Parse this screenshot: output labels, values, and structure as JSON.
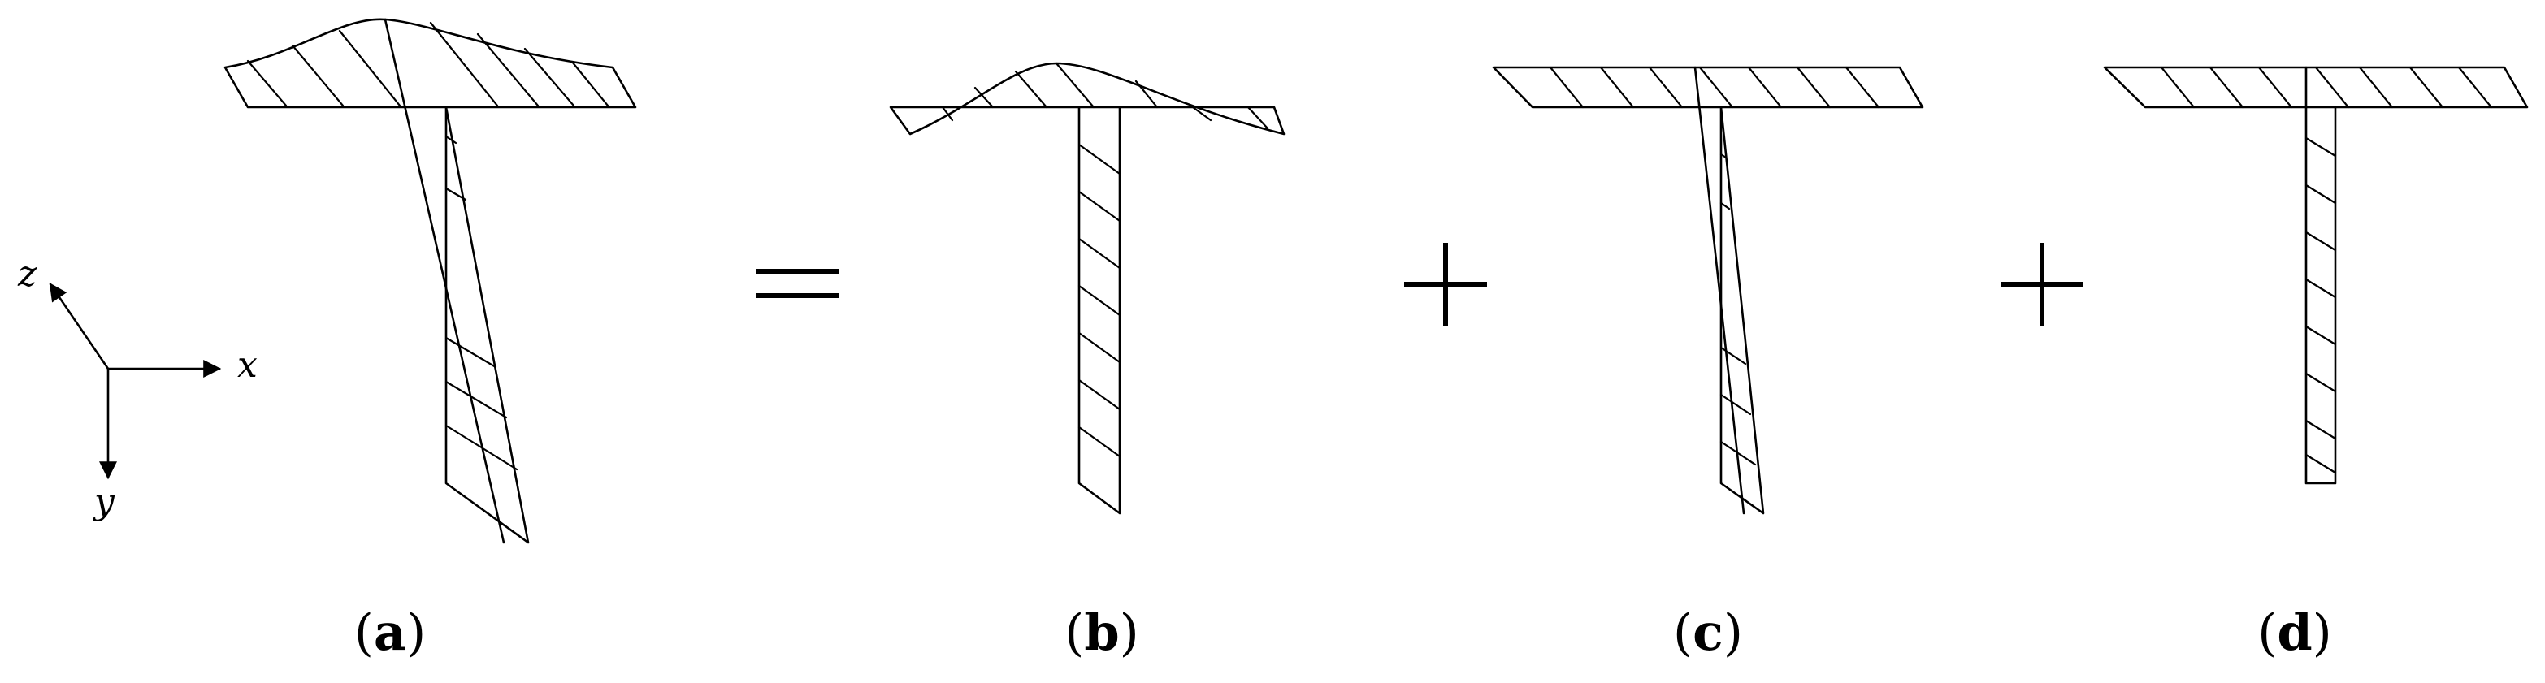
{
  "axes": {
    "x_label": "x",
    "y_label": "y",
    "z_label": "z"
  },
  "panels": [
    {
      "id": "a",
      "label_open": "(",
      "label_letter": "a",
      "label_close": ")"
    },
    {
      "id": "b",
      "label_open": "(",
      "label_letter": "b",
      "label_close": ")"
    },
    {
      "id": "c",
      "label_open": "(",
      "label_letter": "c",
      "label_close": ")"
    },
    {
      "id": "d",
      "label_open": "(",
      "label_letter": "d",
      "label_close": ")"
    }
  ],
  "operators": [
    "=",
    "+",
    "+"
  ]
}
